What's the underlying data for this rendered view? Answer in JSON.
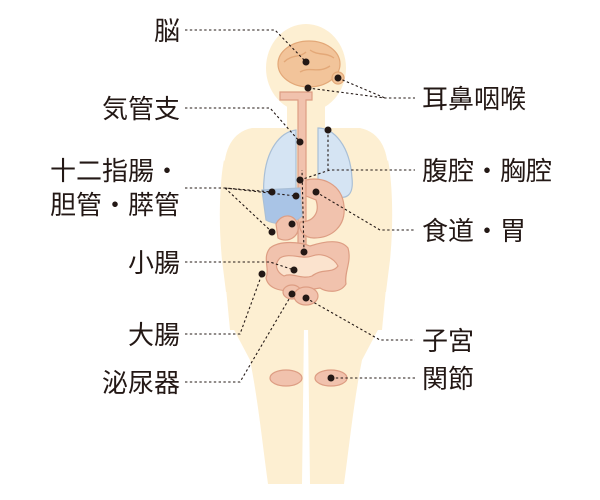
{
  "labels": {
    "brain": "脳",
    "trachea": "気管支",
    "small_intestine_biliary_pancreatic_line1": "十二指腸・",
    "small_intestine_biliary_pancreatic_line2": "胆管・膵管",
    "small_intestine": "小腸",
    "large_intestine": "大腸",
    "urinary": "泌尿器",
    "ent": "耳鼻咽喉",
    "abdominal_thoracic": "腹腔・胸腔",
    "esophagus_stomach": "食道・胃",
    "uterus": "子宮",
    "joints": "関節"
  },
  "colors": {
    "body": "#fdefd2",
    "brain": "#f2c49a",
    "brain_line": "#e3a878",
    "lung": "#d5e4f3",
    "lung_line": "#a9bfd6",
    "liver": "#a9c4e6",
    "organ_pink": "#f1c2ad",
    "organ_line": "#dd9d83",
    "intestine_light": "#fbe3ce",
    "text": "#231815"
  }
}
